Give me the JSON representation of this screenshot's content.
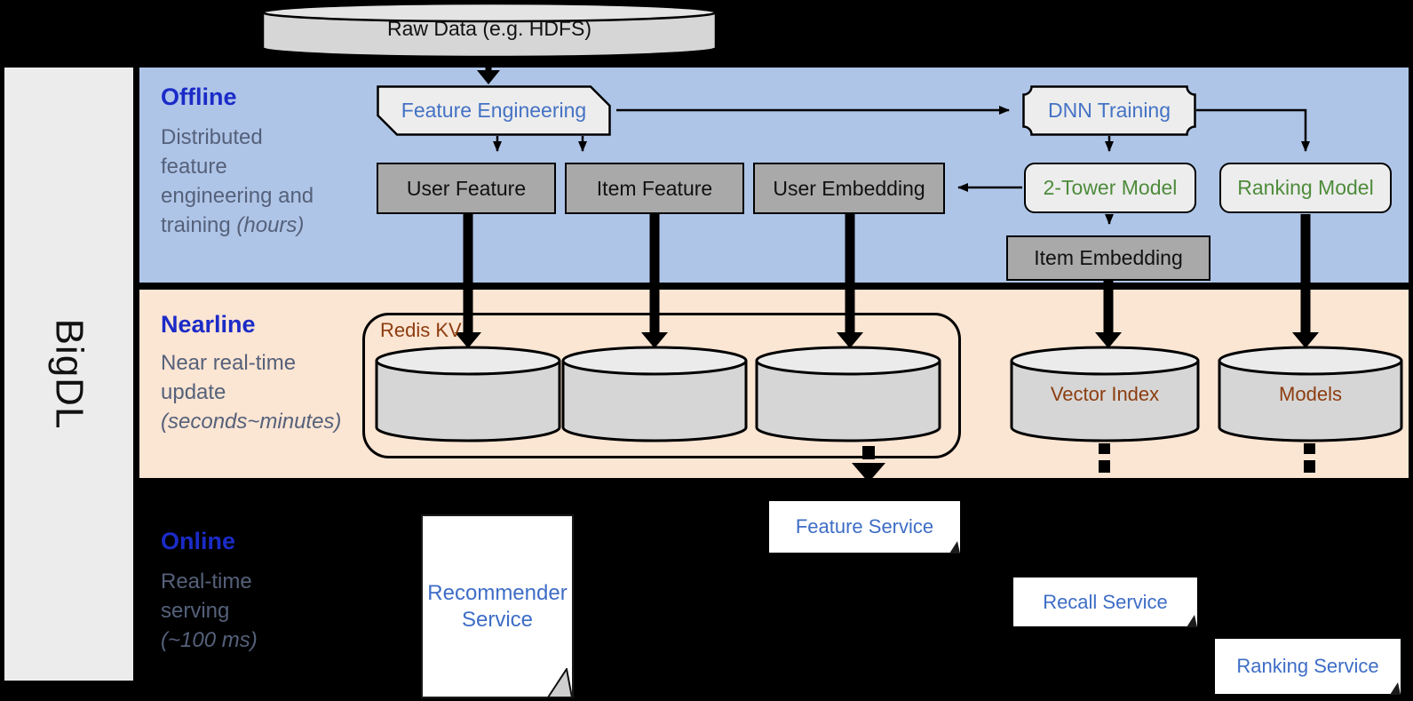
{
  "sidebar": {
    "label": "BigDL"
  },
  "raw_data": {
    "label": "Raw Data (e.g. HDFS)"
  },
  "sections": {
    "offline": {
      "title": "Offline",
      "desc_line1": "Distributed",
      "desc_line2": "feature",
      "desc_line3": "engineering and",
      "desc_line4": "training",
      "desc_italic": "(hours)"
    },
    "nearline": {
      "title": "Nearline",
      "desc_line1": "Near real-time",
      "desc_line2": "update",
      "desc_italic": "(seconds~minutes)"
    },
    "online": {
      "title": "Online",
      "desc_line1": "Real-time",
      "desc_line2": "serving",
      "desc_italic": "(~100 ms)"
    }
  },
  "nodes": {
    "feature_engineering": {
      "label": "Feature Engineering"
    },
    "dnn_training": {
      "label": "DNN Training"
    },
    "user_feature": {
      "label": "User Feature"
    },
    "item_feature": {
      "label": "Item Feature"
    },
    "user_embedding": {
      "label": "User Embedding"
    },
    "two_tower_model": {
      "label": "2-Tower Model"
    },
    "ranking_model": {
      "label": "Ranking Model"
    },
    "item_embedding": {
      "label": "Item Embedding"
    }
  },
  "storage": {
    "redis_kv": {
      "label": "Redis KV"
    },
    "vector_index": {
      "label": "Vector Index"
    },
    "models": {
      "label": "Models"
    }
  },
  "services": {
    "recommender": {
      "label_line1": "Recommender",
      "label_line2": "Service"
    },
    "feature": {
      "label": "Feature Service"
    },
    "recall": {
      "label": "Recall Service"
    },
    "ranking": {
      "label": "Ranking Service"
    }
  },
  "colors": {
    "background": "#000000",
    "band_offline": "#AFC5E8",
    "band_nearline": "#FBE5D3",
    "sidebar_bg": "#ECECEC",
    "section_title_blue": "#1B2BC7",
    "body_text_slate": "#55617A",
    "node_text_blue": "#4472C4",
    "node_text_green": "#4E8B3B",
    "storage_text_brown": "#8C3D10",
    "service_text_blue": "#3E6DC6",
    "box_gray": "#A9A9A9",
    "shape_light": "#EDEDED",
    "cylinder_body": "#D6D6D6",
    "cylinder_top": "#EBEBEB"
  }
}
